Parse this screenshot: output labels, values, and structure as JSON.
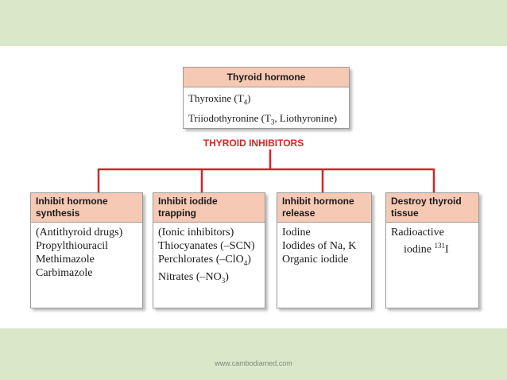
{
  "top_box": {
    "header": "Thyroid hormone",
    "lines": [
      "Thyroxine (T",
      "4",
      ")",
      "Triiodothyronine (T",
      "3",
      ", Liothyronine)"
    ]
  },
  "connector_label": "THYROID INHIBITORS",
  "colors": {
    "header_fill": "#f5c9b4",
    "connector": "#d32525",
    "band": "#d9e8c8"
  },
  "categories": [
    {
      "header": [
        "Inhibit hormone",
        "synthesis"
      ],
      "items": [
        "(Antithyroid drugs)",
        "Propylthiouracil",
        "Methimazole",
        "Carbimazole"
      ]
    },
    {
      "header": [
        "Inhibit iodide",
        "trapping"
      ],
      "items": [
        "(Ionic inhibitors)",
        "Thiocyanates (–SCN)",
        "Perchlorates (–ClO",
        "4",
        ")",
        "Nitrates (–NO",
        "3",
        ")"
      ]
    },
    {
      "header": [
        "Inhibit hormone",
        "release"
      ],
      "items": [
        "Iodine",
        "Iodides of Na, K",
        "Organic iodide"
      ]
    },
    {
      "header": [
        "Destroy thyroid",
        "tissue"
      ],
      "items": [
        "Radioactive",
        "iodine ",
        "131",
        "I"
      ]
    }
  ],
  "footer": "www.cambodiamed.com"
}
